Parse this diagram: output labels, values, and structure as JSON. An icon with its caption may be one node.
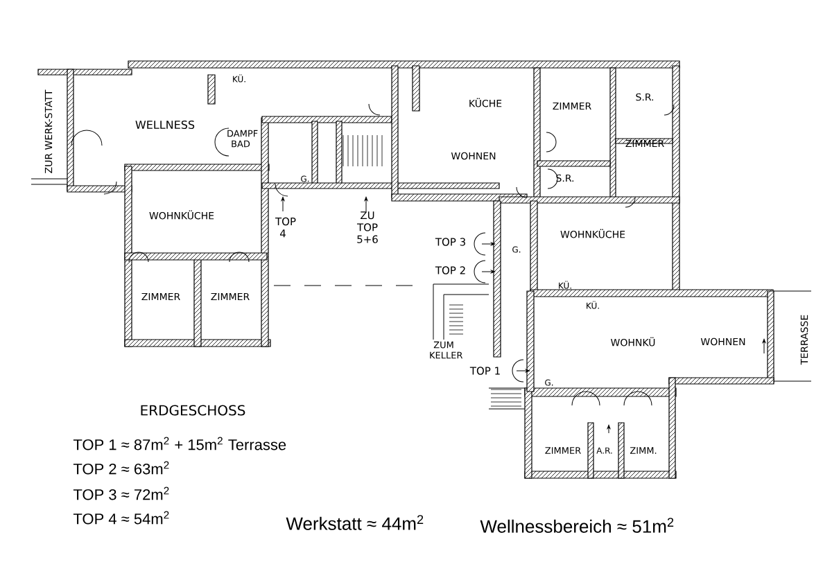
{
  "diagram": {
    "title": "ERDGESCHOSS",
    "labels": [
      "ZUR WERK-STATT",
      "KÜ.",
      "WELLNESS",
      "DAMPF BAD",
      "G.",
      "KÜCHE",
      "ZIMMER",
      "S.R.",
      "ZIMMER",
      "WOHNEN",
      "S.R.",
      "TOP 4",
      "ZU TOP 5+6",
      "WOHNKÜCHE",
      "TOP 3",
      "G.",
      "WOHNKÜCHE",
      "TOP 2",
      "KÜ.",
      "ZIMMER",
      "ZIMMER",
      "KÜ.",
      "WOHNKÜ",
      "WOHNEN",
      "TERRASSE",
      "ZUM KELLER",
      "TOP 1",
      "G.",
      "ZIMMER",
      "A.R.",
      "ZIMM.",
      "TOP 1 ≈ 87m$^{2}$ + 15m$^{2}$ Terrasse",
      "TOP 2 ≈ 63m$^{2}$",
      "TOP 3 ≈ 72m$^{2}$",
      "TOP 4 ≈ 54m$^{2}$",
      "Werkstatt ≈ 44m$^{2}$",
      "Wellnessbereich ≈ 51m$^{2}$"
    ]
  }
}
